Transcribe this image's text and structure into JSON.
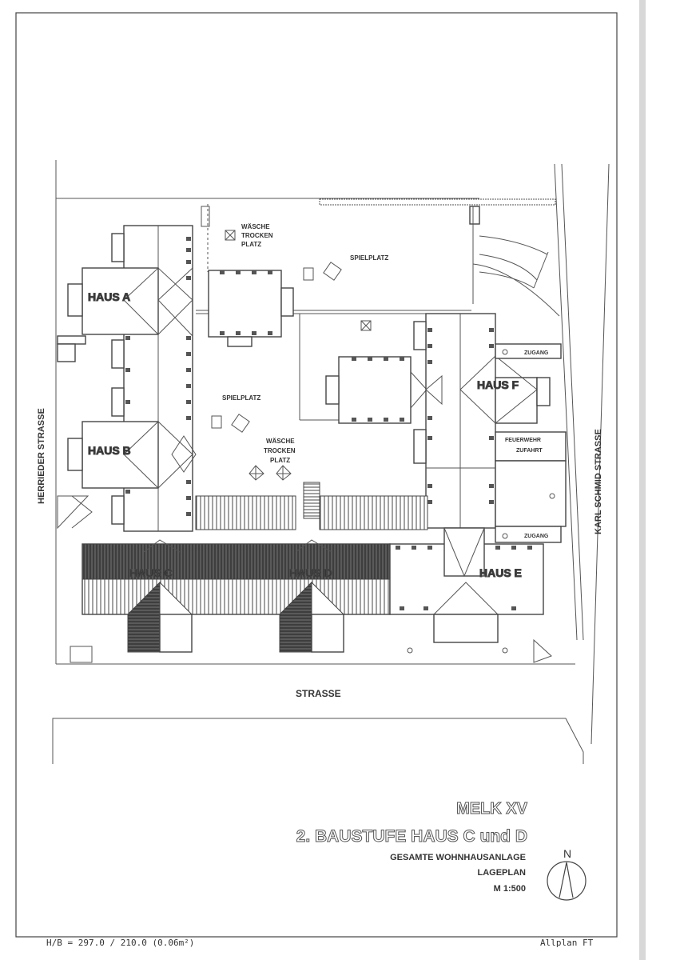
{
  "labels": {
    "waesche_1": [
      "WÄSCHE",
      "TROCKEN",
      "PLATZ"
    ],
    "spielplatz_1": "SPIELPLATZ",
    "spielplatz_2": "SPIELPLATZ",
    "waesche_2": [
      "WÄSCHE",
      "TROCKEN",
      "PLATZ"
    ],
    "haus_a": "HAUS A",
    "haus_b": "HAUS B",
    "haus_c": "HAUS C",
    "haus_d": "HAUS D",
    "haus_e": "HAUS E",
    "haus_f": "HAUS F",
    "zugang_1": "ZUGANG",
    "zugang_2": "ZUGANG",
    "feuerwehr": [
      "FEUERWEHR",
      "ZUFAHRT"
    ],
    "street_left": "HERRIEDER STRASSE",
    "street_right": "KARL SCHMID STRASSE",
    "street_bottom": "STRASSE"
  },
  "title_block": {
    "project": "MELK XV",
    "phase": "2. BAUSTUFE HAUS C und D",
    "line1": "GESAMTE WOHNHAUSANLAGE",
    "line2": "LAGEPLAN",
    "scale": "M 1:500",
    "north": "N"
  },
  "footer": {
    "left": "H/B = 297.0 / 210.0 (0.06m²)",
    "right": "Allplan FT"
  }
}
